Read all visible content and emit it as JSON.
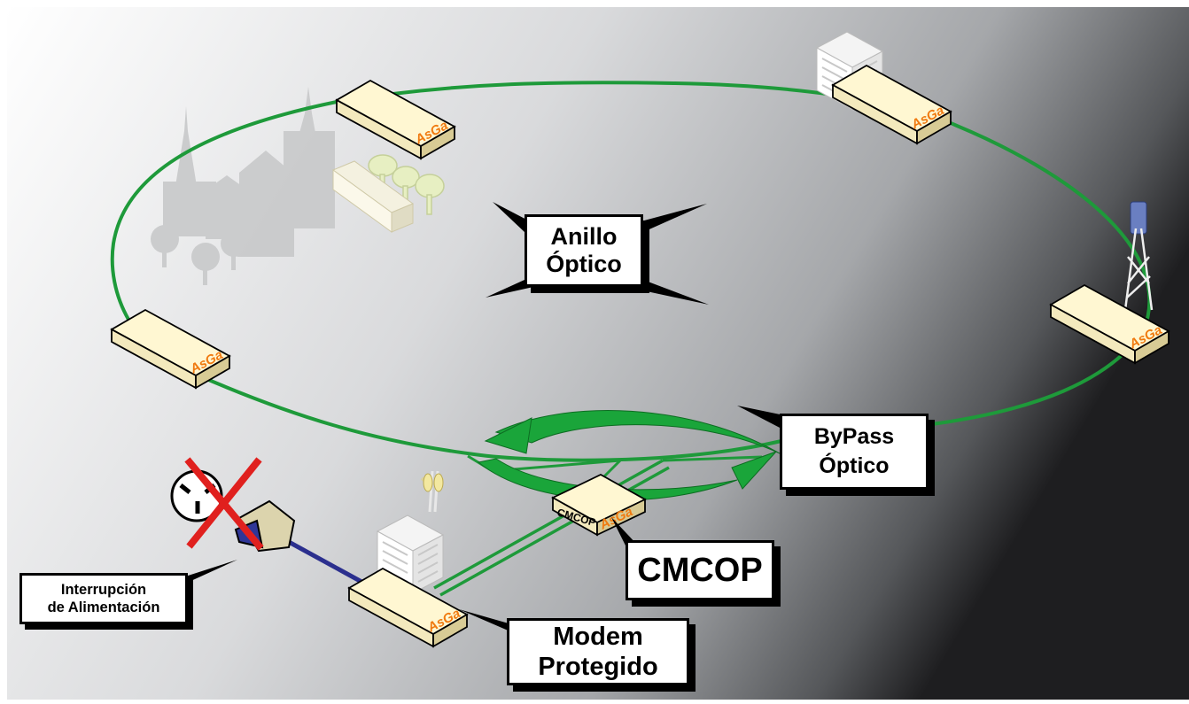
{
  "labels": {
    "anillo": "Anillo\nÓptico",
    "bypass": "ByPass\nÓptico",
    "cmcop": "CMCOP",
    "modem": "Modem\nProtegido",
    "interrupcion": "Interrupción\nde Alimentación"
  },
  "device_brand": "AsGa",
  "cmcop_device_text": "CMCOP",
  "colors": {
    "ring": "#1e9a3a",
    "arrow": "#1aa53a",
    "device_top": "#fff7d2",
    "device_side": "#e5d8a4",
    "brand": "#f07a10",
    "power_line": "#2b2f8e",
    "cross": "#e0201e"
  }
}
